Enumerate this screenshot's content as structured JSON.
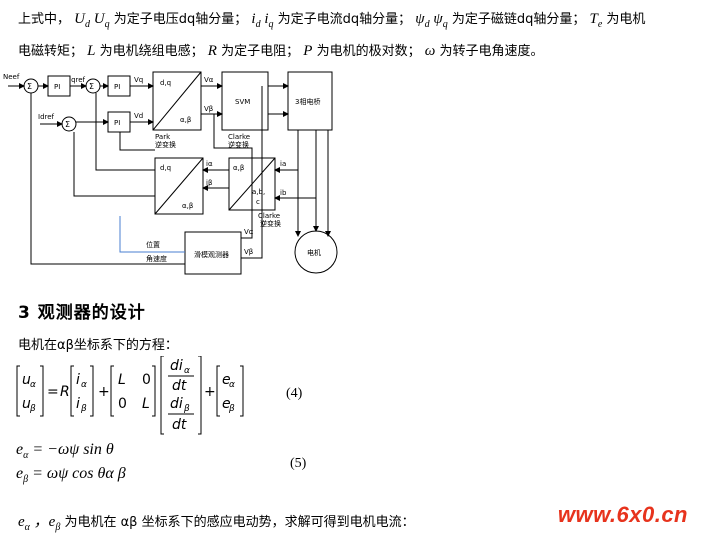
{
  "intro": {
    "line1_prefix": "上式中，",
    "line1_a": "为定子电压dq轴分量；",
    "line1_b": "为定子电流dq轴分量；",
    "line1_c": "为定子磁链dq轴分量；",
    "line1_d": "为电机",
    "line2_a": "电磁转矩；",
    "line2_b": "为电机绕组电感；",
    "line2_c": "为定子电阻；",
    "line2_d": "为电机的极对数；",
    "line2_e": "为转子电角速度。"
  },
  "diagram": {
    "neef": "Neef",
    "pi1": "PI",
    "pi2": "PI",
    "pi3": "PI",
    "iqref": "Iqref",
    "idref": "Idref",
    "vq": "Vq",
    "vd": "Vd",
    "dq": "d,q",
    "ab": "α,β",
    "valpha": "Vα",
    "vbeta": "Vβ",
    "svm": "SVM",
    "bridge": "3相电桥",
    "park": "Park",
    "park_inv": "逆变换",
    "clarke": "Clarke",
    "clarke_inv": "逆变换",
    "ialpha": "iα",
    "ibeta": "iβ",
    "ia": "ia",
    "ib": "ib",
    "abc": "a,b,",
    "c": "c",
    "clarke2": "Clarke",
    "clarke2_inv": "逆变换",
    "position": "位置",
    "angle_speed": "角速度",
    "observer": "滑模观测器",
    "obs_valpha": "Vα",
    "obs_vbeta": "Vβ",
    "motor": "电机"
  },
  "section": {
    "title": "3 观测器的设计"
  },
  "equation_intro": "电机在αβ坐标系下的方程：",
  "eq4_number": "(4)",
  "eq5_number": "(5)",
  "eq5_line1": "= −ωψ sin θ",
  "eq5_line2": "= ωψ cos θα β",
  "conclusion": {
    "a": "为电机在 αβ 坐标系下的感应电动势，求解可得到电机电流："
  },
  "watermark": "www.6x0.cn",
  "colors": {
    "watermark": "#e7331d",
    "position_line": "#4a7fd0"
  }
}
